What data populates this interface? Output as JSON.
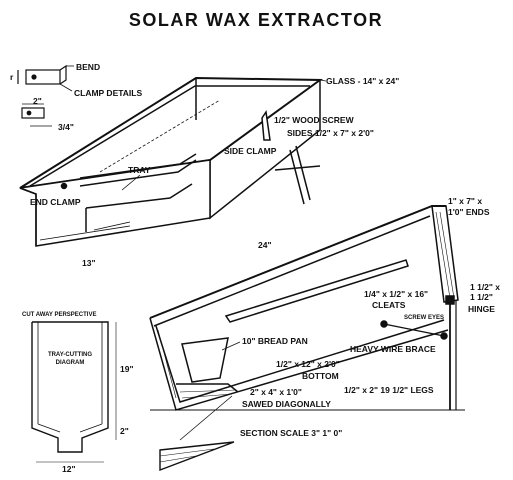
{
  "title": "SOLAR WAX EXTRACTOR",
  "labels": {
    "bend": "BEND",
    "r_mark": "r",
    "clamp_details": "CLAMP DETAILS",
    "dim_2in": "2\"",
    "dim_3_4in": "3/4\"",
    "glass": "GLASS - 14\" x 24\"",
    "wood_screw": "1/2\" WOOD SCREW",
    "sides": "SIDES 1/2\" x 7\" x 2'0\"",
    "side_clamp": "SIDE CLAMP",
    "tray": "TRAY",
    "end_clamp": "END CLAMP",
    "dim_13in": "13\"",
    "dim_24in": "24\"",
    "ends_line1": "1\" x 7\" x",
    "ends_line2": "1'0\" ENDS",
    "cleats_line1": "1/4\" x 1/2\" x 16\"",
    "cleats_line2": "CLEATS",
    "hinge_line1": "1 1/2\" x",
    "hinge_line2": "1 1/2\"",
    "hinge_line3": "HINGE",
    "cut_away": "CUT AWAY PERSPECTIVE",
    "tray_cutting_line1": "TRAY-CUTTING",
    "tray_cutting_line2": "DIAGRAM",
    "dim_19in": "19\"",
    "bread_pan": "10\" BREAD PAN",
    "screw_eyes": "SCREW EYES",
    "wire_brace": "HEAVY WIRE BRACE",
    "bottom_line1": "1/2\" x 12\" x 2'0\"",
    "bottom_line2": "BOTTOM",
    "legs": "1/2\" x 2\" 19 1/2\" LEGS",
    "sawed_line1": "2\" x 4\" x 1'0\"",
    "sawed_line2": "SAWED DIAGONALLY",
    "dim_2in_b": "2\"",
    "dim_12in": "12\"",
    "section_scale": "SECTION SCALE 3\" 1\" 0\""
  }
}
